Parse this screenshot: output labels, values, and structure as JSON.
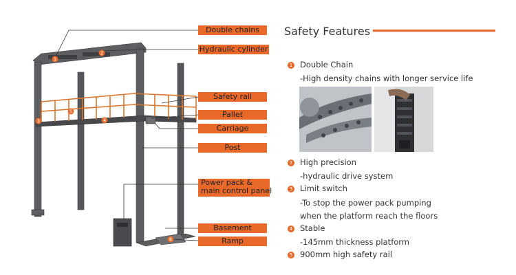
{
  "diagram": {
    "labels": {
      "double_chains": "Double chains",
      "hydraulic_cylinder": "Hydraulic cylinder",
      "safety_rail": "Safety rail",
      "pallet": "Pallet",
      "carriage": "Carriage",
      "post": "Post",
      "power_pack_line1": "Power pack &",
      "power_pack_line2": "main control panel",
      "basement": "Basement",
      "ramp": "Ramp"
    },
    "markers": [
      "1",
      "2",
      "3",
      "4",
      "5",
      "6"
    ],
    "accent_color": "#e8692a"
  },
  "features": {
    "title": "Safety Features",
    "items": [
      {
        "num": "1",
        "title": "Double Chain",
        "lines": [
          "-High density chains with longer service life"
        ]
      },
      {
        "num": "2",
        "title": "High precision",
        "lines": [
          "-hydraulic drive system"
        ]
      },
      {
        "num": "3",
        "title": "Limit switch",
        "lines": [
          "-To stop the power pack pumping",
          "when the platform reach the floors"
        ]
      },
      {
        "num": "4",
        "title": "Stable",
        "lines": [
          "-145mm thickness platform"
        ]
      },
      {
        "num": "5",
        "title": "900mm high safety rail",
        "lines": []
      }
    ]
  }
}
